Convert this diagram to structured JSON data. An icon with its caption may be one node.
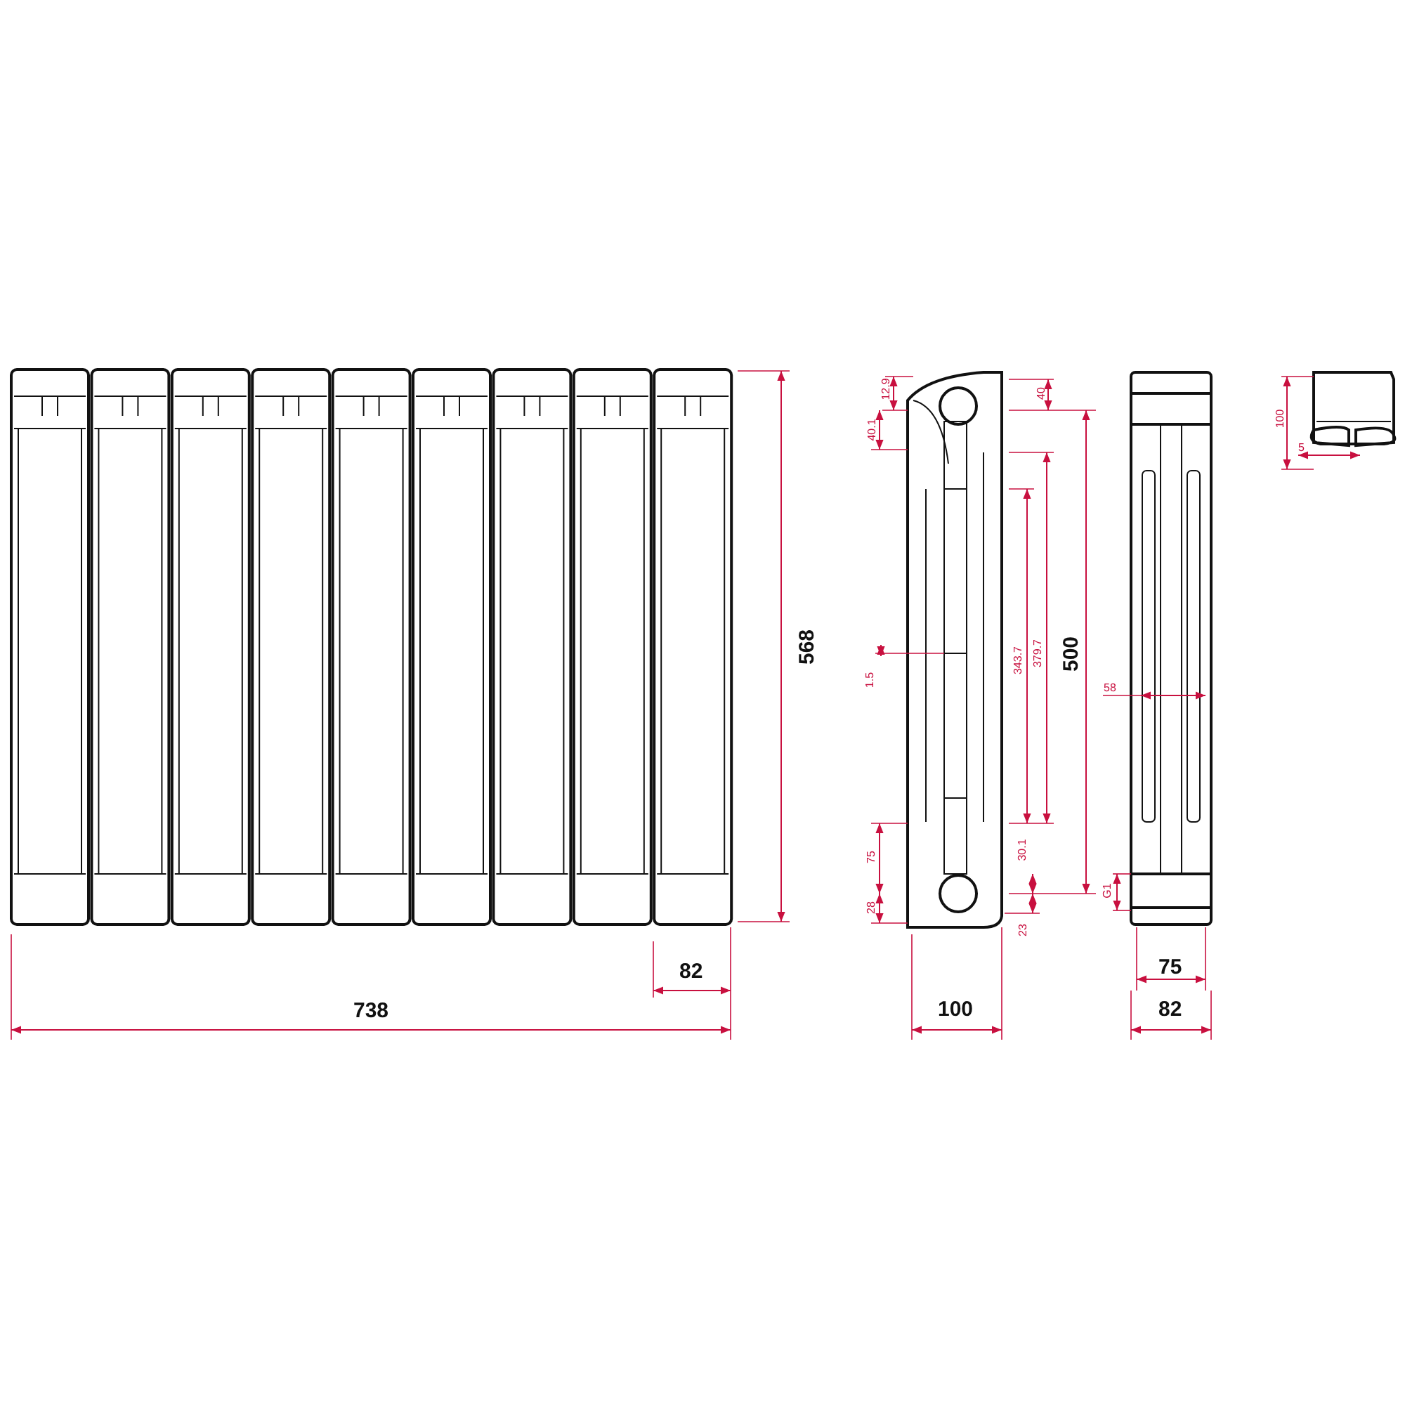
{
  "diagram": {
    "labels": [
      "568",
      "82",
      "738",
      "12.9",
      "40",
      "40.1",
      "343.7",
      "379.7",
      "500",
      "1.5",
      "75",
      "30.1",
      "28",
      "23",
      "G1",
      "100",
      "58",
      "75",
      "82",
      "100",
      "5"
    ]
  }
}
